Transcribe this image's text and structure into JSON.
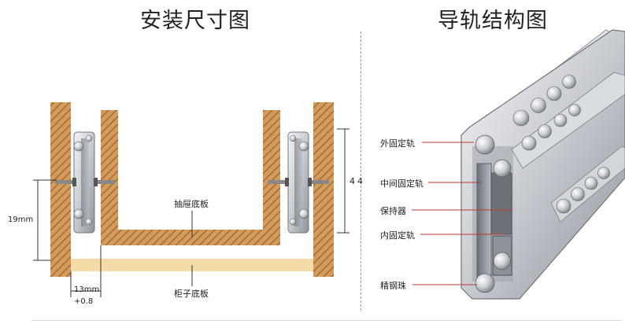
{
  "titles": {
    "left": "安装尺寸图",
    "right": "导轨结构图"
  },
  "install_diagram": {
    "drawer_bottom_label": "抽屉底板",
    "cabinet_bottom_label": "柜子底板",
    "dim_height": "44",
    "dim_left": "19mm",
    "dim_gap": "13mm",
    "dim_gap_tol": "+0.8"
  },
  "rail_structure": {
    "labels": [
      "外固定轨",
      "中间固定轨",
      "保持器",
      "内固定轨",
      "精钢珠"
    ]
  },
  "colors": {
    "wood": "#d4a062",
    "wood_hatch": "#a0632c",
    "cabinet_board": "#f3dca8",
    "rail_steel": "#c9ccd2",
    "leader_red": "#c0392b"
  }
}
